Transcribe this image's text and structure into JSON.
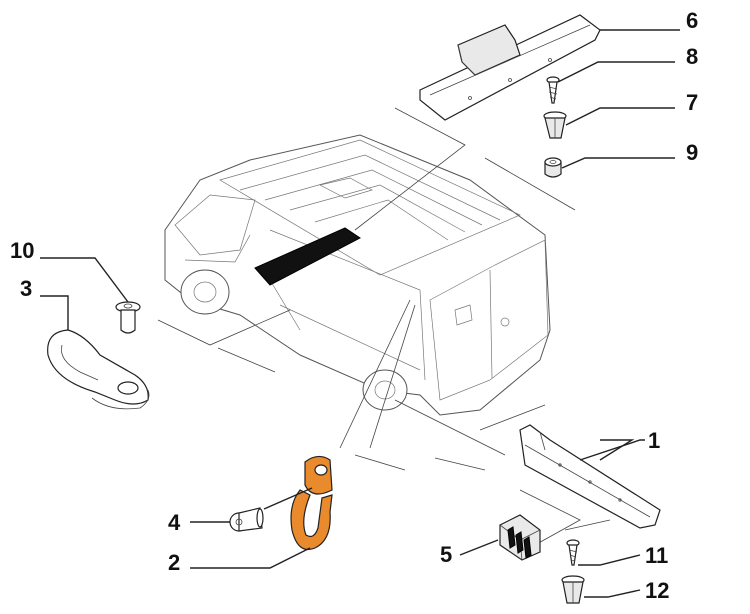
{
  "callouts": [
    {
      "id": "1",
      "label": "1"
    },
    {
      "id": "2",
      "label": "2"
    },
    {
      "id": "3",
      "label": "3"
    },
    {
      "id": "4",
      "label": "4"
    },
    {
      "id": "5",
      "label": "5"
    },
    {
      "id": "6",
      "label": "6"
    },
    {
      "id": "7",
      "label": "7"
    },
    {
      "id": "8",
      "label": "8"
    },
    {
      "id": "9",
      "label": "9"
    },
    {
      "id": "10",
      "label": "10"
    },
    {
      "id": "11",
      "label": "11"
    },
    {
      "id": "12",
      "label": "12"
    }
  ],
  "colors": {
    "highlight": "#e98a2c",
    "ink": "#222222",
    "background": "#ffffff"
  }
}
